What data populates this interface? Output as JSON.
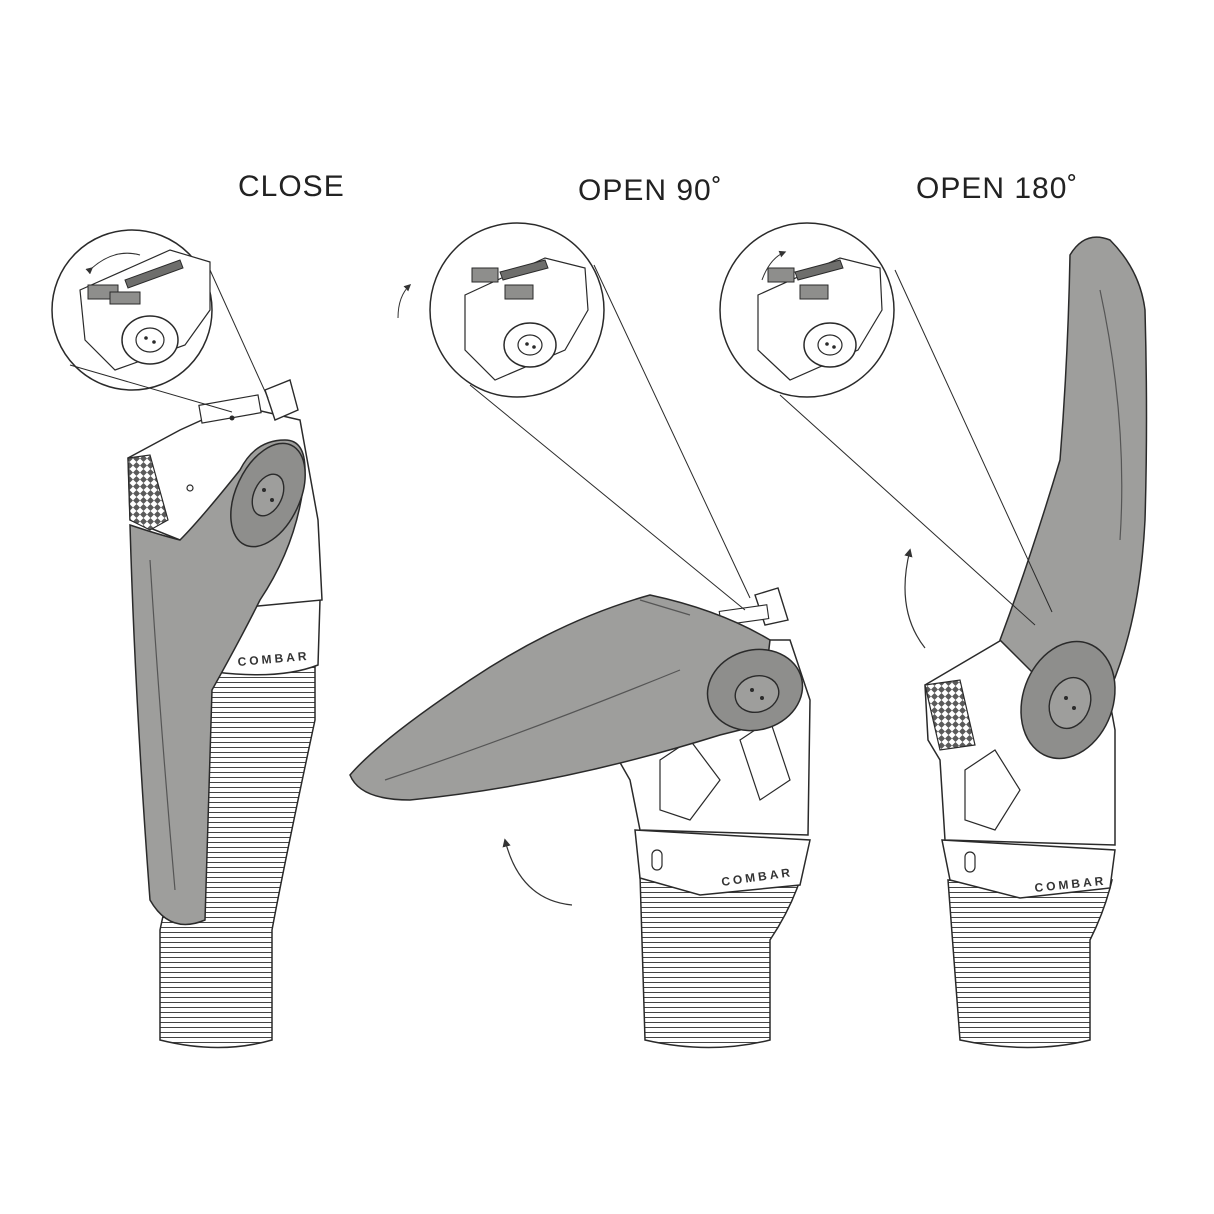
{
  "states": [
    {
      "id": "close",
      "title": "CLOSE"
    },
    {
      "id": "open90",
      "title": "OPEN 90˚"
    },
    {
      "id": "open180",
      "title": "OPEN 180˚"
    }
  ],
  "brand_text": "COMBAR",
  "colors": {
    "background": "#ffffff",
    "outline": "#2a2a2a",
    "blade_fill": "#9e9e9c",
    "blade_dark": "#7d7d7b",
    "body_fill": "#ffffff",
    "knurl": "#555555"
  }
}
